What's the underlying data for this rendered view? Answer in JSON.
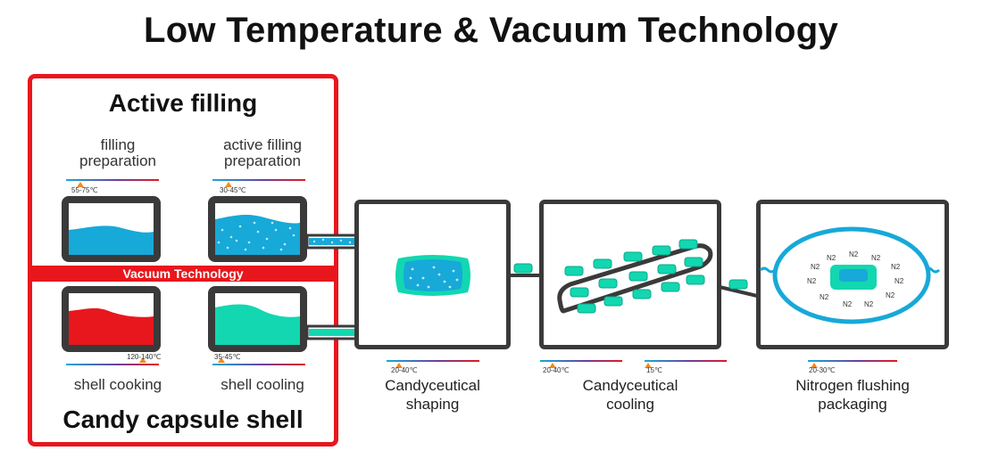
{
  "title": "Low Temperature & Vacuum Technology",
  "active_filling": {
    "heading": "Active filling",
    "filling_preparation": "filling\npreparation",
    "active_filling_preparation": "active filling\npreparation",
    "temp_filling": "55-75℃",
    "temp_active": "30-45℃"
  },
  "vacuum_band": "Vacuum Technology",
  "shell": {
    "heading": "Candy capsule shell",
    "shell_cooking": "shell cooking",
    "shell_cooling": "shell cooling",
    "temp_cooking": "120-140℃",
    "temp_cooling": "35-45℃"
  },
  "stages": {
    "shaping": {
      "label": "Candyceutical\nshaping",
      "temp": "20-40℃"
    },
    "cooling": {
      "label": "Candyceutical\ncooling",
      "temp_a": "20-40℃",
      "temp_b": "15℃"
    },
    "packaging": {
      "label": "Nitrogen flushing\npackaging",
      "temp": "20-30℃",
      "gas": "N2"
    }
  },
  "colors": {
    "red": "#e8171d",
    "blue": "#17a9d8",
    "teal": "#12d7b0",
    "dark": "#3a3a3a"
  }
}
